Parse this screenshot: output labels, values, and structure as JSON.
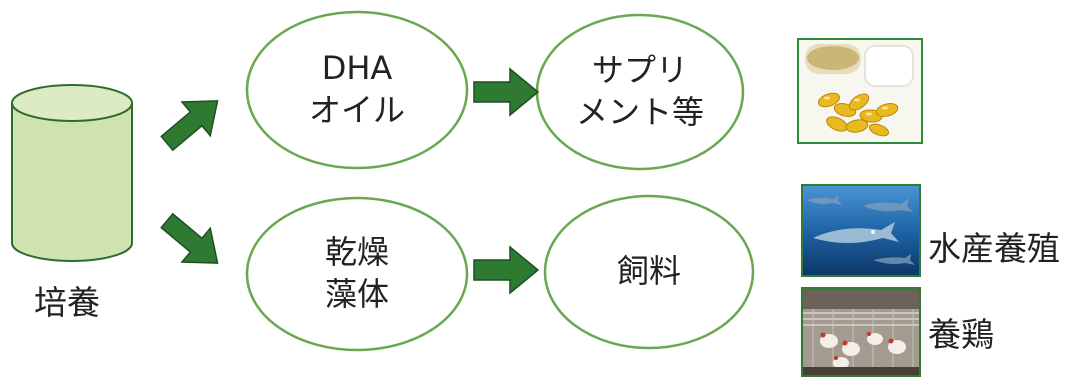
{
  "diagram": {
    "culture_label": "培養",
    "dha_oil": [
      "DHA",
      "オイル"
    ],
    "supplements": [
      "サプリ",
      "メント等"
    ],
    "dried_algae": [
      "乾燥",
      "藻体"
    ],
    "feed": "飼料",
    "aquaculture_label": "水産養殖",
    "poultry_label": "養鶏"
  },
  "colors": {
    "cylinder_fill": "#cfe3b0",
    "cylinder_stroke": "#2e6b2c",
    "ellipse_stroke": "#6aa84f",
    "arrow_fill": "#2f7a32",
    "arrow_stroke": "#1f4f20"
  },
  "icons": {
    "supplement_photo": "oil-capsules-photo",
    "aquaculture_photo": "tuna-fish-photo",
    "poultry_photo": "chicken-cage-photo"
  }
}
